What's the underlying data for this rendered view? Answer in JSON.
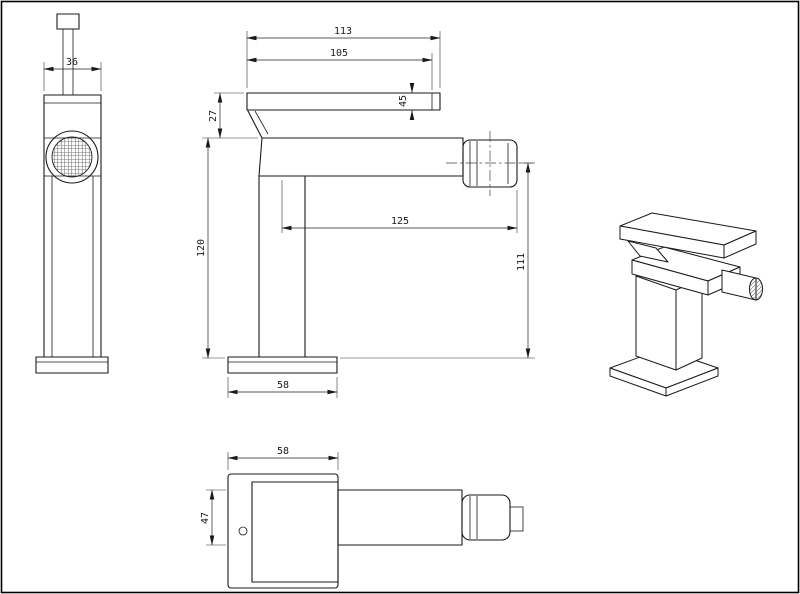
{
  "meta": {
    "background": "#ffffff",
    "ink": "#1a1a1a",
    "type": "technical-drawing-faucet"
  },
  "drawing": {
    "side": {
      "depth": "36"
    },
    "front": {
      "total_width": "113",
      "handle_width": "105",
      "handle_end": "45",
      "handle_drop": "27",
      "height": "120",
      "reach": "125",
      "outlet_height": "111",
      "base_width": "58"
    },
    "top": {
      "base_width": "58",
      "spout_width": "47"
    }
  }
}
